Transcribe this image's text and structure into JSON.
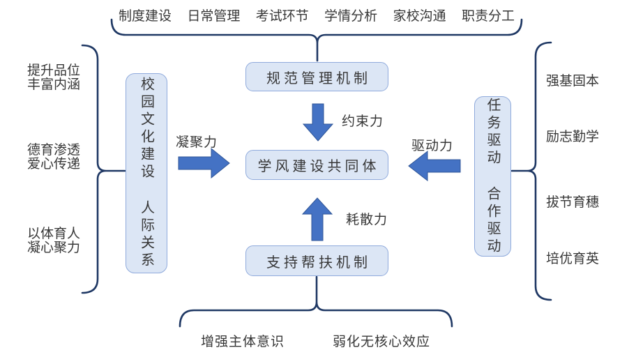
{
  "colors": {
    "box_fill": "#dce6f5",
    "box_border": "#8faadc",
    "arrow": "#4472c4",
    "brace": "#1f3864",
    "text": "#373737"
  },
  "top_group": {
    "labels": [
      "制度建设",
      "日常管理",
      "考试环节",
      "学情分析",
      "家校沟通",
      "职责分工"
    ]
  },
  "nodes": {
    "top_box": "规范管理机制",
    "center_box": "学风建设共同体",
    "bottom_box": "支持帮扶机制",
    "left_box": {
      "line1": "校园文化建设",
      "line2": "人际关系"
    },
    "right_box": {
      "line1": "任务驱动",
      "line2": "合作驱动"
    }
  },
  "forces": {
    "cohesion": "凝聚力",
    "constraint": "约束力",
    "drive": "驱动力",
    "dissipation": "耗散力"
  },
  "left_group": {
    "items": [
      "提升品位\n丰富内涵",
      "德育渗透\n爱心传递",
      "以体育人\n凝心聚力"
    ]
  },
  "right_group": {
    "items": [
      "强基固本",
      "励志勤学",
      "拔节育穗",
      "培优育英"
    ]
  },
  "bottom_group": {
    "items": [
      "增强主体意识",
      "弱化无核心效应"
    ]
  }
}
